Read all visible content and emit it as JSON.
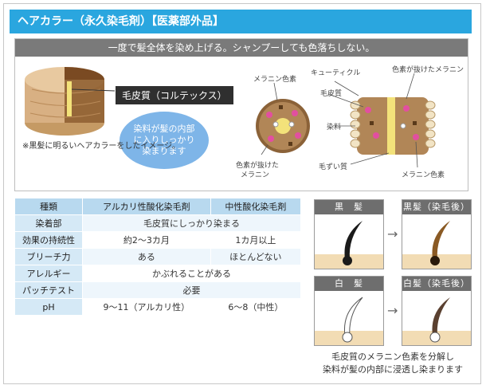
{
  "title": "ヘアカラー（永久染毛剤）【医薬部外品】",
  "panel": {
    "header": "一度で髪全体を染め上げる。シャンプーしても色落ちしない。",
    "cortex_label": "毛皮質（コルテックス）",
    "bubble_text": "染料が髪の内部に入りしっかり染まります",
    "note": "※黒髪に明るいヘアカラーをしたイメージ。",
    "diagram_labels": {
      "melanin_pigment": "メラニン色素",
      "cuticle": "キューティクル",
      "cortex": "毛皮質",
      "dye": "染料",
      "bleached_melanin_top": "色素が抜けたメラニン",
      "bleached_melanin_left_1": "色素が抜けた",
      "bleached_melanin_left_2": "メラニン",
      "medulla": "毛ずい質",
      "melanin_pigment_bottom": "メラニン色素"
    }
  },
  "table": {
    "headers": [
      "種類",
      "アルカリ性酸化染毛剤",
      "中性酸化染毛剤"
    ],
    "rows": [
      {
        "label": "染着部",
        "cells": [
          "毛皮質にしっかり染まる"
        ],
        "merged": true
      },
      {
        "label": "効果の持続性",
        "cells": [
          "約2～3カ月",
          "1カ月以上"
        ],
        "merged": false
      },
      {
        "label": "ブリーチ力",
        "cells": [
          "ある",
          "ほとんどない"
        ],
        "merged": false
      },
      {
        "label": "アレルギー",
        "cells": [
          "かぶれることがある"
        ],
        "merged": true
      },
      {
        "label": "パッチテスト",
        "cells": [
          "必要"
        ],
        "merged": true
      },
      {
        "label": "pH",
        "cells": [
          "9～11（アルカリ性）",
          "6～8（中性）"
        ],
        "merged": false
      }
    ]
  },
  "hair": {
    "black": "黒　髪",
    "black_after": "黒髪（染毛後）",
    "white": "白　髪",
    "white_after": "白髪（染毛後）",
    "arrow": "→"
  },
  "caption": {
    "line1": "毛皮質のメラニン色素を分解し",
    "line2": "染料が髪の内部に浸透し染まります"
  },
  "colors": {
    "title_bg": "#2aa6df",
    "panel_header_bg": "#7a7a7a",
    "table_header_bg": "#b8d9ef",
    "bubble": "#7eb5e8",
    "hair_card_cap": "#6e6e6e"
  }
}
